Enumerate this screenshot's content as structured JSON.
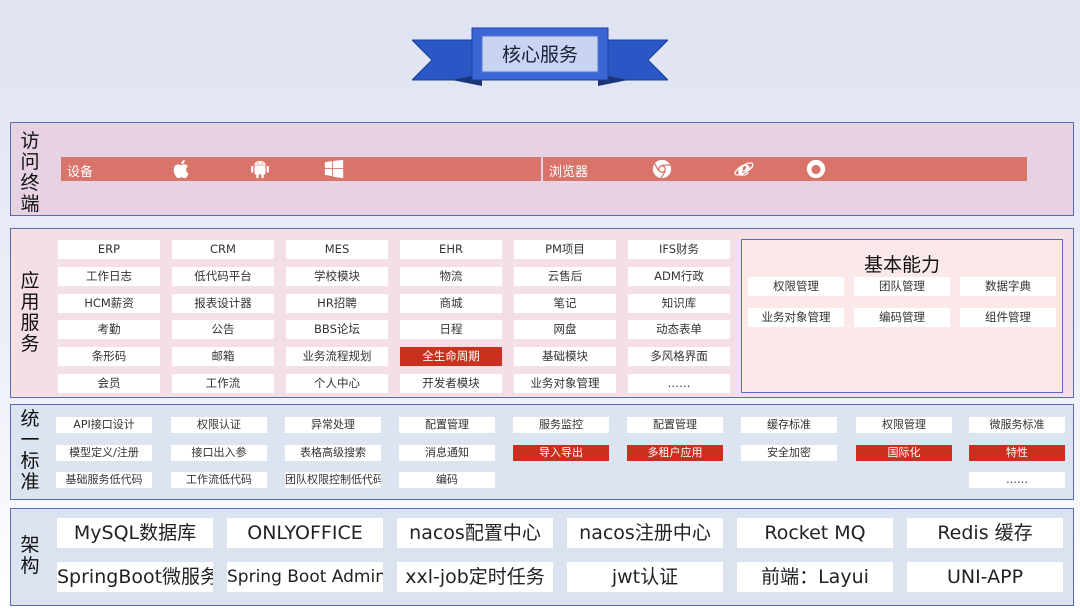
{
  "banner": {
    "title": "核心服务"
  },
  "access": {
    "title": [
      "访",
      "问",
      "终",
      "端"
    ],
    "device_label": "设备",
    "browser_label": "浏览器",
    "device_icons": [
      "apple-icon",
      "android-icon",
      "windows-icon"
    ],
    "browser_icons": [
      "chrome-icon",
      "ie-icon",
      "firefox-icon"
    ],
    "bar_color": "#d9746a"
  },
  "app": {
    "title": [
      "应",
      "用",
      "服",
      "务"
    ],
    "grid": [
      [
        "ERP",
        "CRM",
        "MES",
        "EHR",
        "PM项目",
        "IFS财务"
      ],
      [
        "工作日志",
        "低代码平台",
        "学校模块",
        "物流",
        "云售后",
        "ADM行政"
      ],
      [
        "HCM薪资",
        "报表设计器",
        "HR招聘",
        "商城",
        "笔记",
        "知识库"
      ],
      [
        "考勤",
        "公告",
        "BBS论坛",
        "日程",
        "网盘",
        "动态表单"
      ],
      [
        "条形码",
        "邮箱",
        "业务流程规划",
        "全生命周期",
        "基础模块",
        "多风格界面"
      ],
      [
        "会员",
        "工作流",
        "个人中心",
        "开发者模块",
        "业务对象管理",
        "……"
      ]
    ],
    "highlight": [
      "全生命周期"
    ],
    "capability": {
      "title": "基本能力",
      "items": [
        [
          "权限管理",
          "团队管理",
          "数据字典"
        ],
        [
          "业务对象管理",
          "编码管理",
          "组件管理"
        ]
      ]
    },
    "highlight_color": "#c9301d"
  },
  "standard": {
    "title": [
      "统",
      "一",
      "标",
      "准"
    ],
    "rows": [
      [
        "API接口设计",
        "权限认证",
        "异常处理",
        "配置管理",
        "服务监控",
        "配置管理",
        "缓存标准",
        "权限管理",
        "微服务标准"
      ],
      [
        "模型定义/注册",
        "接口出入参",
        "表格高级搜索",
        "消息通知",
        "导入导出",
        "多租户应用",
        "安全加密",
        "国际化",
        "特性"
      ],
      [
        "基础服务低代码",
        "工作流低代码",
        "团队权限控制低代码",
        "编码",
        "",
        "",
        "",
        "",
        "……"
      ]
    ],
    "highlight": [
      "导入导出",
      "多租户应用",
      "国际化",
      "特性"
    ]
  },
  "architecture": {
    "title": [
      "架",
      "构"
    ],
    "rows": [
      [
        "MySQL数据库",
        "ONLYOFFICE",
        "nacos配置中心",
        "nacos注册中心",
        "Rocket MQ",
        "Redis 缓存"
      ],
      [
        "SpringBoot微服务",
        "Spring Boot Admin",
        "xxl-job定时任务",
        "jwt认证",
        "前端：Layui",
        "UNI-APP"
      ]
    ]
  }
}
